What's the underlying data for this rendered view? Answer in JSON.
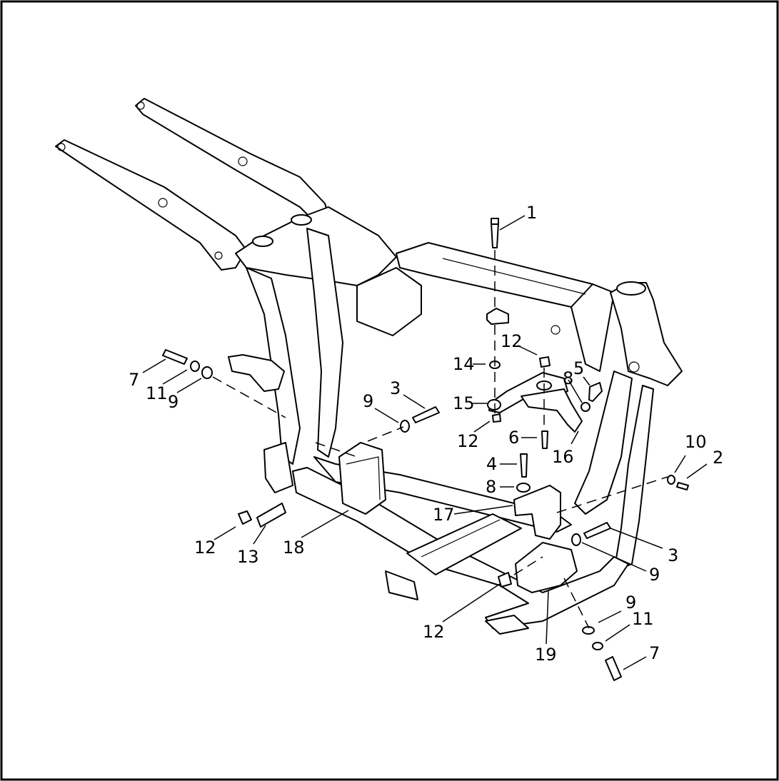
{
  "callouts": {
    "c1": "1",
    "c2": "2",
    "c3a": "3",
    "c3b": "3",
    "c4": "4",
    "c5": "5",
    "c6": "6",
    "c7a": "7",
    "c7b": "7",
    "c8a": "8",
    "c8b": "8",
    "c9a": "9",
    "c9b": "9",
    "c9c": "9",
    "c9d": "9",
    "c10": "10",
    "c11a": "11",
    "c11b": "11",
    "c12a": "12",
    "c12b": "12",
    "c12c": "12",
    "c12d": "12",
    "c13": "13",
    "c14": "14",
    "c15": "15",
    "c16": "16",
    "c17": "17",
    "c18": "18",
    "c19": "19"
  }
}
